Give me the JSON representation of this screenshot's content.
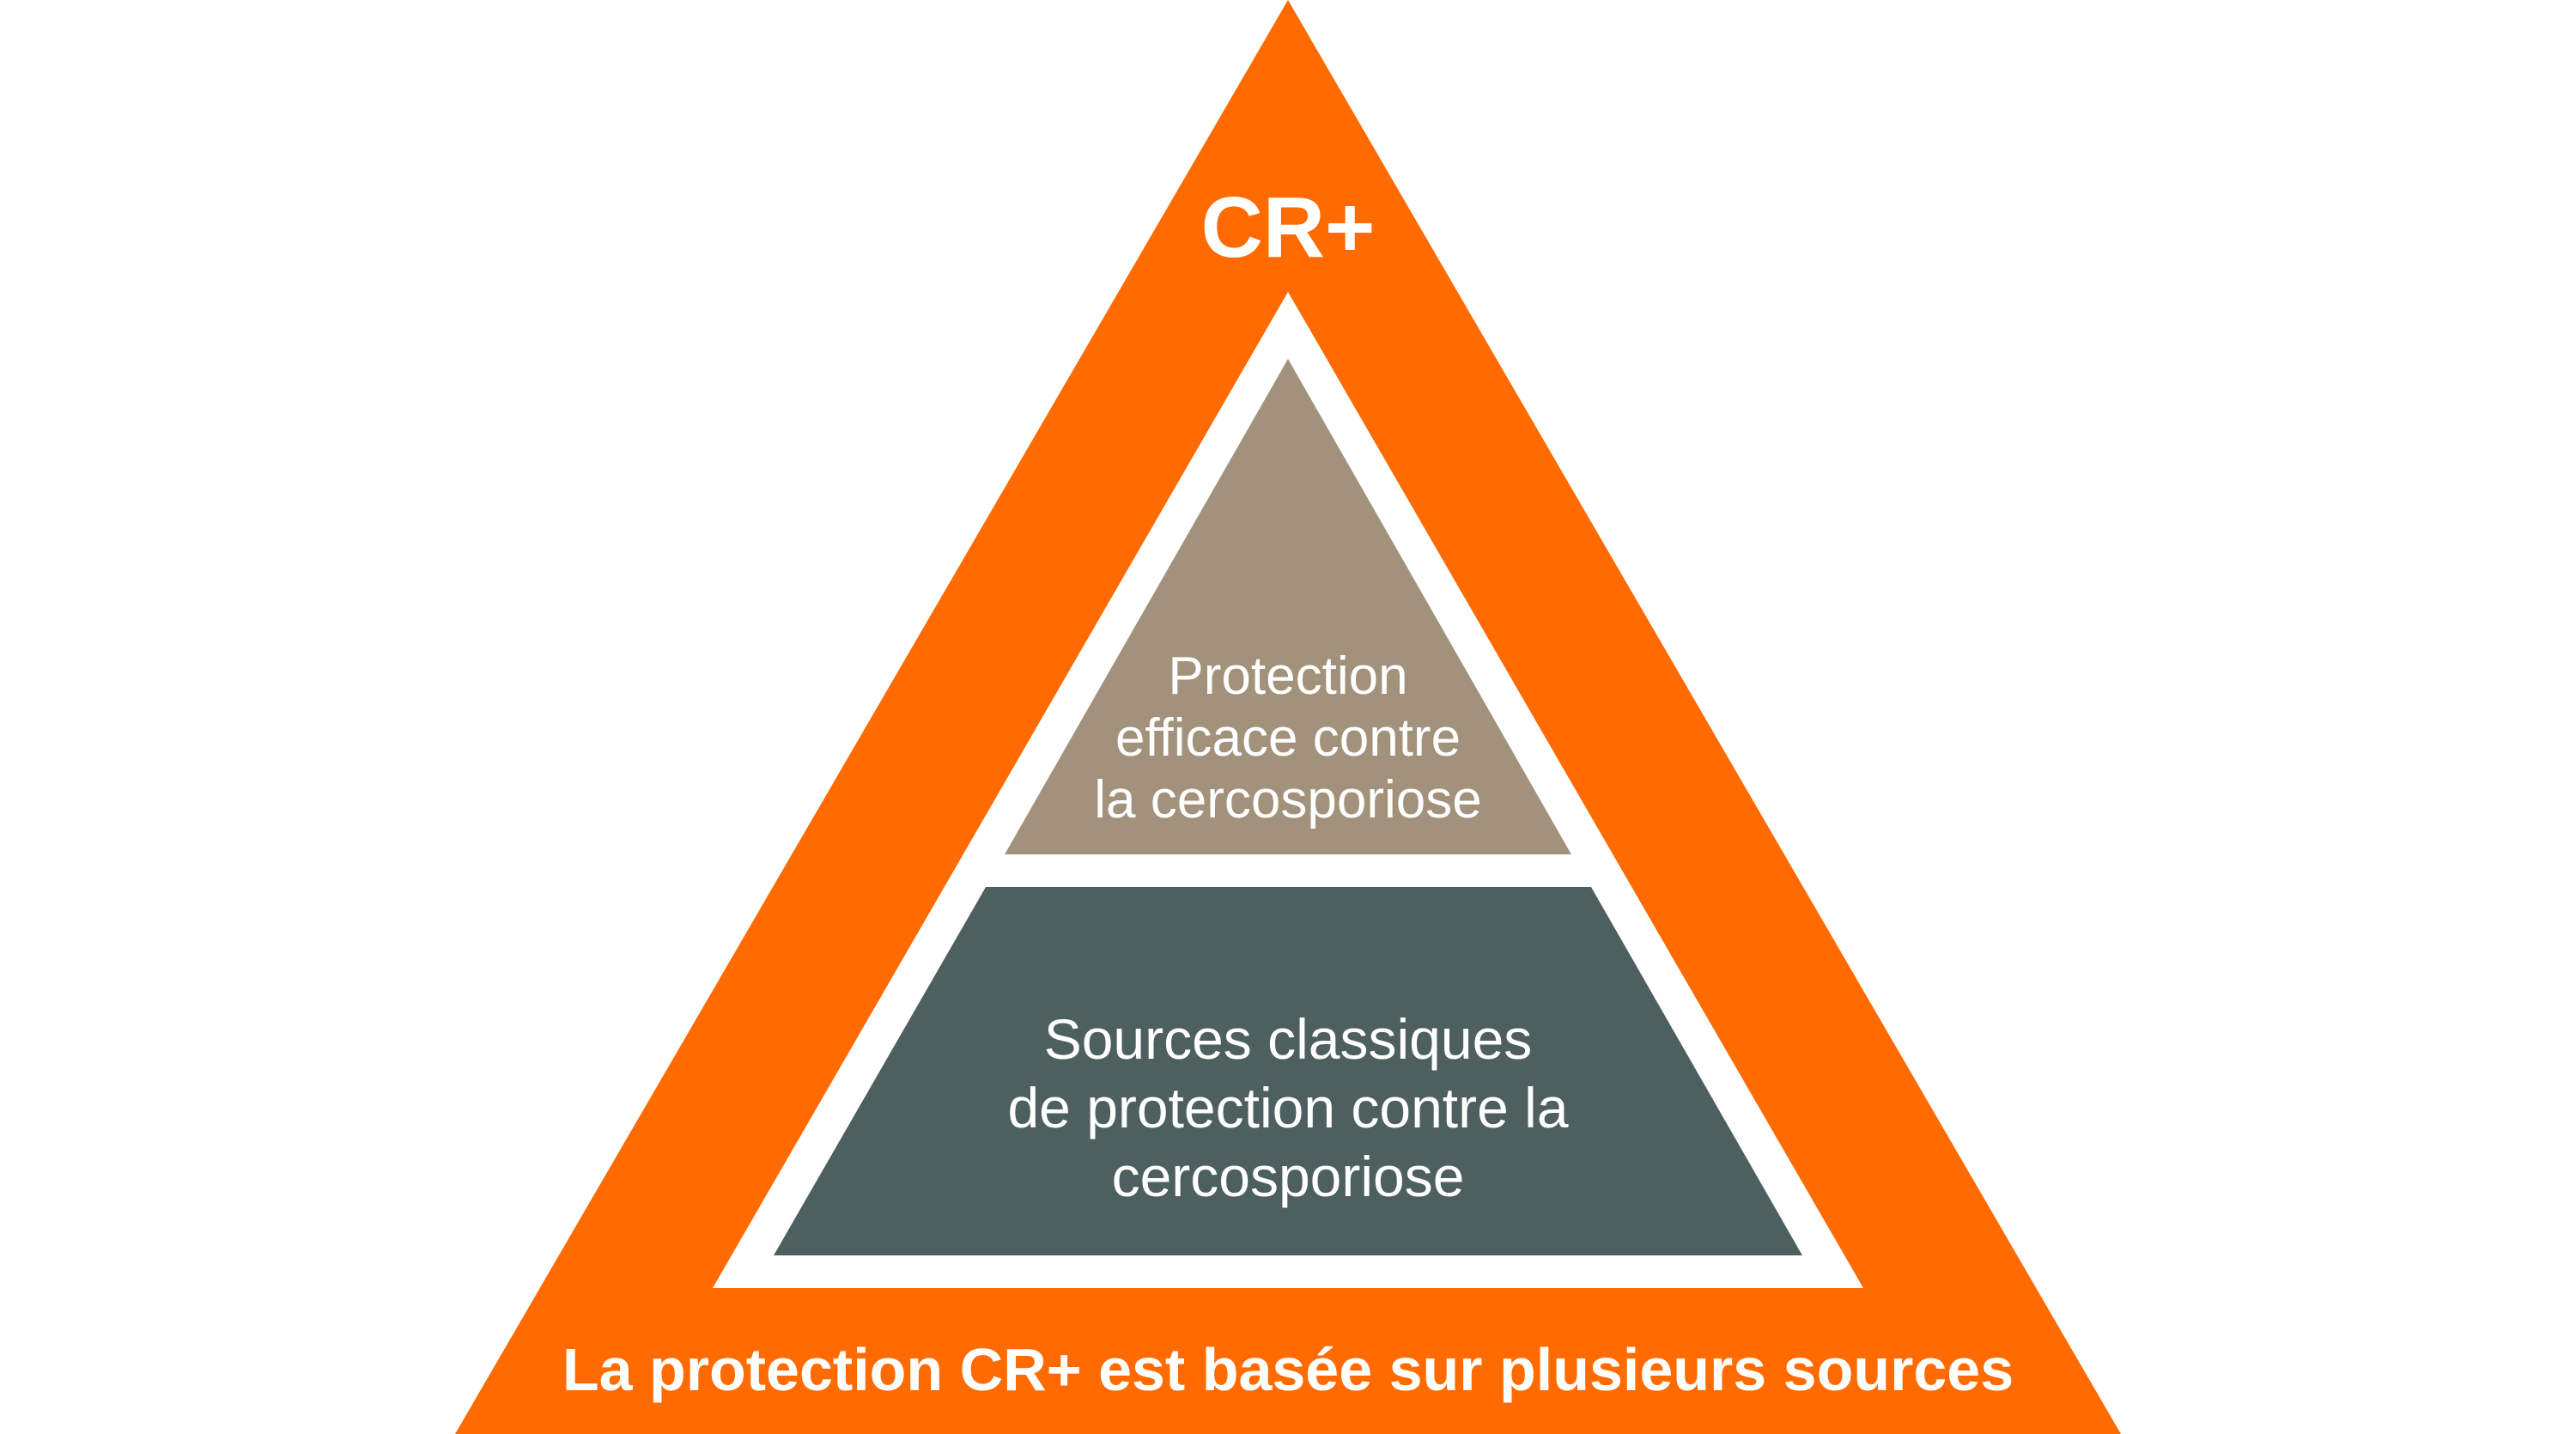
{
  "diagram": {
    "title": "CR+",
    "top_tier": {
      "lines": [
        "Protection",
        "efficace contre",
        "la cercosporiose"
      ]
    },
    "middle_tier": {
      "lines": [
        "Sources classiques",
        "de protection contre la",
        "cercosporiose"
      ]
    },
    "footer": "La protection CR+ est basée sur plusieurs sources"
  },
  "colors": {
    "outer": "#ff6b00",
    "inner_gap": "#ffffff",
    "top_tier": "#a2917b",
    "middle_tier": "#4e5f60",
    "text": "#ffffff"
  }
}
